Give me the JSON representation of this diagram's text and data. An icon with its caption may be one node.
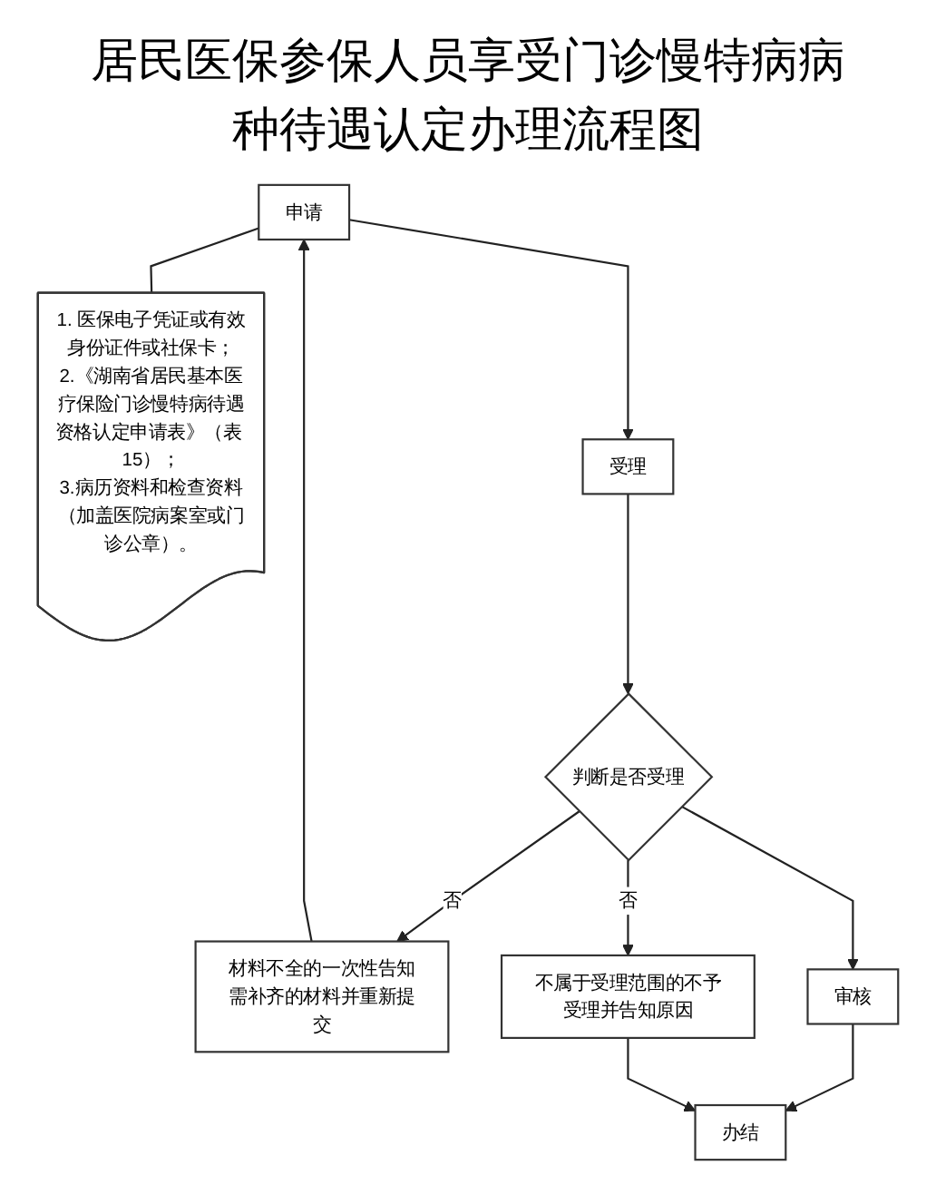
{
  "diagram": {
    "title": "居民医保参保人员享受门诊慢特病病种待遇认定办理流程图",
    "nodes": [
      {
        "text": [
          "申请"
        ]
      },
      {
        "text": [
          "1. 医保电子凭证或有效身份证件或社保卡；",
          "2.《湖南省居民基本医疗保险门诊慢特病待遇资格认定申请表》（表 15）；",
          "3.病历资料和检查资料（加盖医院病案室或门诊公章）。"
        ]
      },
      {
        "text": [
          "材料不全的一次性告知需补齐的材料并重新提交"
        ]
      },
      {
        "text": [
          "受理"
        ]
      },
      {
        "text": [
          "判断是否受理"
        ]
      },
      {
        "text": [
          "不属于受理范围的不予受理并告知原因"
        ]
      },
      {
        "text": [
          "审核"
        ]
      },
      {
        "text": [
          "办结"
        ]
      }
    ],
    "edges": [
      {
        "from": 0,
        "to": 3,
        "arrow": "to"
      },
      {
        "from": 0,
        "to": 1,
        "arrow": "none"
      },
      {
        "from": 3,
        "to": 4,
        "arrow": "to"
      },
      {
        "from": 4,
        "to": 6,
        "arrow": "to"
      },
      {
        "from": 6,
        "to": 7,
        "arrow": "to"
      },
      {
        "from": 4,
        "to": 2,
        "arrow": "to",
        "label": "否"
      },
      {
        "from": 2,
        "to": 0,
        "arrow": "to"
      },
      {
        "from": 4,
        "to": 5,
        "arrow": "to",
        "label": "否"
      },
      {
        "from": 5,
        "to": 7,
        "arrow": "to"
      }
    ]
  }
}
